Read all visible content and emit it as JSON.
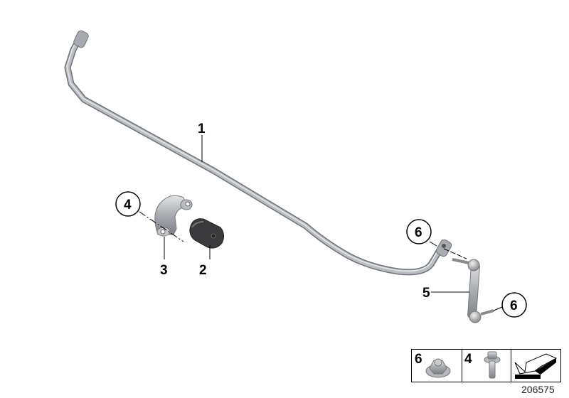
{
  "callouts": {
    "bar": "1",
    "bushing": "2",
    "bracket": "3",
    "bolt_circle": "4",
    "link": "5",
    "nut_upper": "6",
    "nut_lower": "6"
  },
  "parts_box": {
    "nut_label": "6",
    "bolt_label": "4"
  },
  "diagram_number": "206575",
  "colors": {
    "metal": "#a9acb0",
    "rubber": "#3a3a3c",
    "line": "#000000"
  }
}
